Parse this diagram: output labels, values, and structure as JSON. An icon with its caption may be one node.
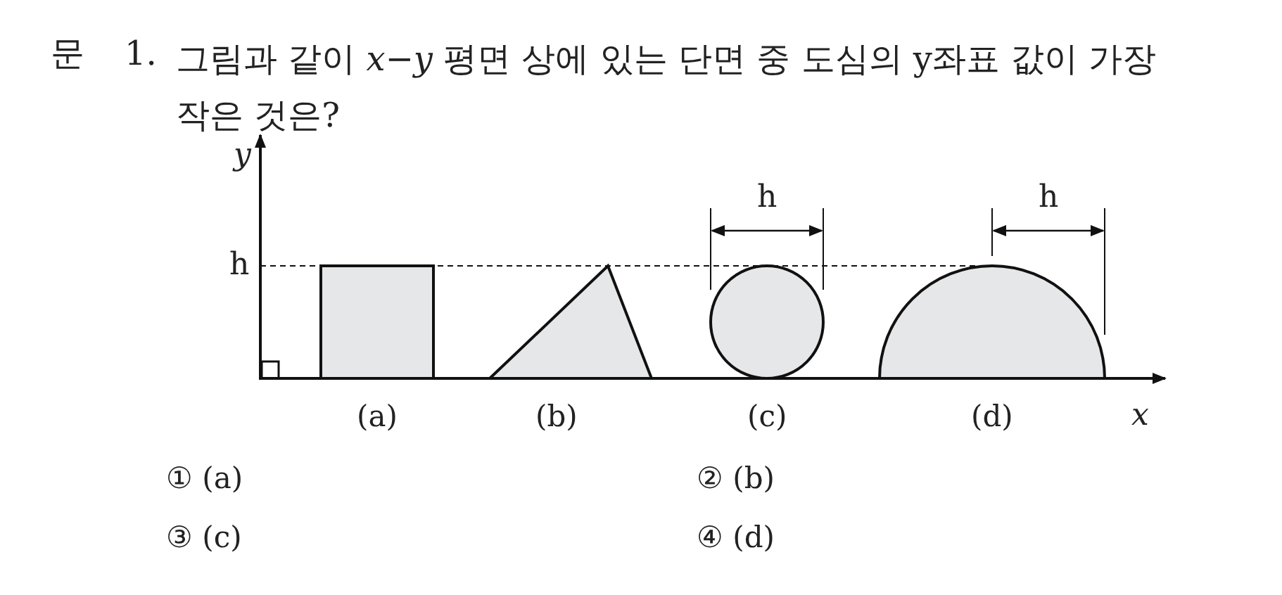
{
  "diagram": {
    "title": "그림과 같이 *x*−*y* 평면 상에 있는 단면 중 도심의 y좌표 값이 가장 작은 것은?",
    "nodes": [
      {
        "text": [],
        "shape": "box",
        "beside": [
          "(a)"
        ]
      },
      {
        "text": [],
        "shape": "triangle",
        "beside": [
          "(b)"
        ]
      },
      {
        "text": [],
        "shape": "circle",
        "beside": [
          "(c)"
        ]
      },
      {
        "text": [],
        "shape": "semicircle",
        "beside": [
          "(d)"
        ]
      }
    ],
    "labels": [
      "문",
      "1.",
      "y",
      "h",
      "h",
      "h",
      "x",
      "① (a)",
      "② (b)",
      "③ (c)",
      "④ (d)"
    ]
  }
}
